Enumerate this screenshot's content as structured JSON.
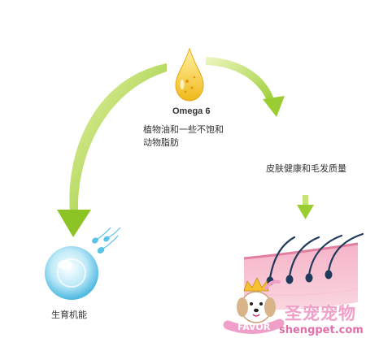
{
  "omega": {
    "title": "Omega 6",
    "description": "植物油和一些不饱和动物脂肪"
  },
  "outcomes": {
    "skin_coat": "皮肤健康和毛发质量",
    "fertility": "生育机能"
  },
  "watermark": {
    "brand_cn": "圣宠宠物",
    "url": "shengpet.com",
    "logo_text": "FAVOR"
  },
  "colors": {
    "arrow_green": "#9acd32",
    "drop_yellow": "#f2c81e",
    "skin_pink": "#f4a6bd",
    "hair_navy": "#1f3a5a",
    "cell_blue": "#7fd1ee"
  },
  "icons": [
    "oil-drop-icon",
    "egg-cell-icon",
    "sperm-icon",
    "skin-hair-icon",
    "dog-logo-icon"
  ]
}
